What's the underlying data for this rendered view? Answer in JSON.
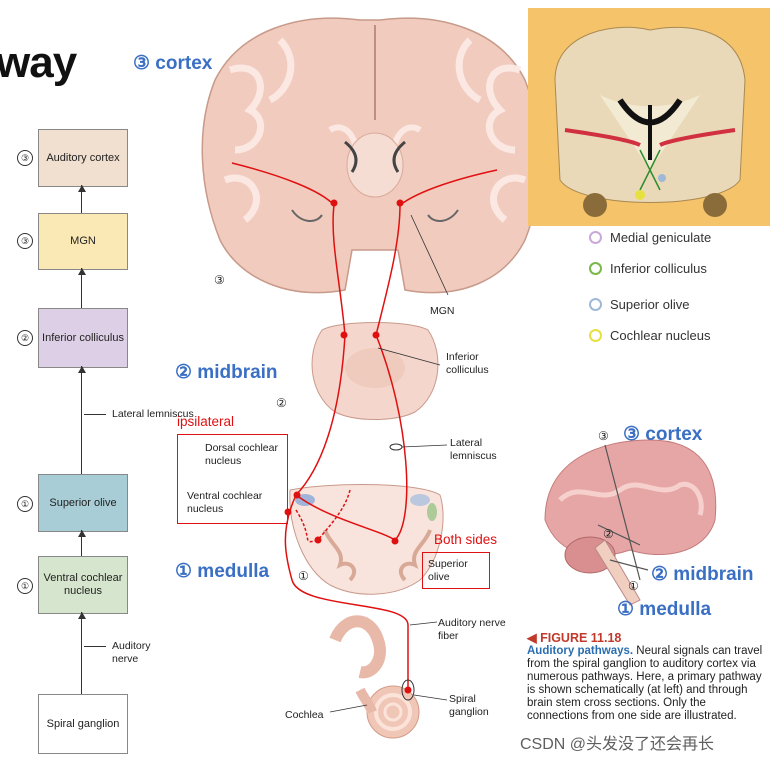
{
  "title": "way",
  "flowchart": {
    "boxes": [
      {
        "num": "③",
        "label": "Auditory cortex",
        "color": "#f1dfd0"
      },
      {
        "num": "③",
        "label": "MGN",
        "color": "#fbe9b5"
      },
      {
        "num": "②",
        "label": "Inferior colliculus",
        "color": "#ddd0e6"
      },
      {
        "num": "①",
        "label": "Superior olive",
        "color": "#a9cdd6"
      },
      {
        "num": "①",
        "label": "Ventral cochlear nucleus",
        "color": "#d6e5cd"
      },
      {
        "num": "",
        "label": "Spiral ganglion",
        "color": "#ffffff"
      }
    ],
    "side_labels": {
      "lateral_lemniscus": "Lateral lemniscus",
      "auditory_nerve": "Auditory nerve"
    }
  },
  "levels": {
    "cortex": "③ cortex",
    "midbrain": "② midbrain",
    "medulla": "① medulla",
    "cortex_right": "③ cortex",
    "midbrain_right": "② midbrain",
    "medulla_right": "① medulla"
  },
  "annotations": {
    "ipsilateral": "ipsilateral",
    "dorsal_cochlear": "Dorsal cochlear nucleus",
    "ventral_cochlear": "Ventral cochlear nucleus",
    "both_sides": "Both sides",
    "superior_olive": "Superior olive"
  },
  "brain_labels": {
    "mgn": "MGN",
    "inferior_colliculus": "Inferior colliculus",
    "lateral_lemniscus": "Lateral lemniscus",
    "auditory_nerve_fiber": "Auditory nerve fiber",
    "spiral_ganglion": "Spiral ganglion",
    "cochlea": "Cochlea",
    "num3": "③",
    "num2": "②",
    "num1": "①",
    "sag3": "③",
    "sag2": "②",
    "sag1": "①"
  },
  "legend": [
    {
      "label": "Medial geniculate",
      "color": "#c9a9d8"
    },
    {
      "label": "Inferior colliculus",
      "color": "#7ab84a"
    },
    {
      "label": "Superior olive",
      "color": "#9fb8d8"
    },
    {
      "label": "Cochlear nucleus",
      "color": "#e8e040"
    }
  ],
  "caption": {
    "figure": "FIGURE 11.18",
    "title": "Auditory pathways.",
    "text": "Neural signals can travel from the spiral ganglion to auditory cortex via numerous pathways. Here, a primary pathway is shown schematically (at left) and through brain stem cross sections. Only the connections from one side are illustrated."
  },
  "watermark": "CSDN @头发没了还会再长"
}
